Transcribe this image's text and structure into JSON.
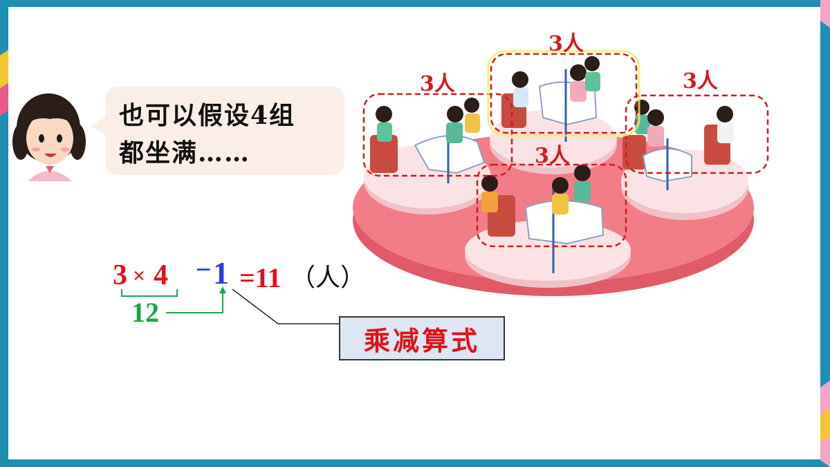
{
  "speech": {
    "line1": "也可以假设4组",
    "line2": "都坐满……"
  },
  "equation": {
    "multiplicand": "3",
    "times": "×",
    "multiplier": "4",
    "minus": "−",
    "subtrahend": "1",
    "result": "=11",
    "unit": "（人）",
    "partial": "12"
  },
  "label": {
    "text": "乘减算式"
  },
  "groups": [
    {
      "label": "3人"
    },
    {
      "label": "3人"
    },
    {
      "label": "3人"
    },
    {
      "label": "3人"
    }
  ],
  "colors": {
    "frame": "#1c8fb3",
    "red": "#e0121a",
    "blue": "#2a3fd6",
    "green": "#1aa54a",
    "bubble": "#fbeee6",
    "label_bg": "#dde6f4",
    "platform": "#f27d86"
  }
}
